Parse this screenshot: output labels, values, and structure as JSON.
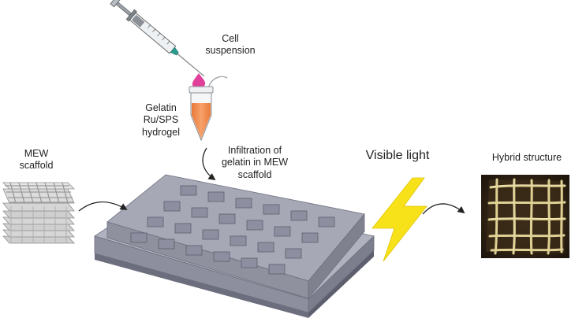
{
  "labels": {
    "cell_suspension": [
      "Cell",
      "suspension"
    ],
    "hydrogel": [
      "Gelatin",
      "Ru/SPS",
      "hydrogel"
    ],
    "mew_scaffold": [
      "MEW",
      "scaffold"
    ],
    "infiltration": [
      "Infiltration of",
      "gelatin in MEW",
      "scaffold"
    ],
    "visible_light": "Visible light",
    "hybrid_structure": "Hybrid structure"
  },
  "colors": {
    "syringe_plunger": "#9aa0a6",
    "syringe_needle_hub": "#2a9d8f",
    "droplet": "#e0409a",
    "tube_gel": "#f0894a",
    "well_plate": "#a6a8b6",
    "lightning": "#f7e21a",
    "hybrid_background": "#2a1e12",
    "hybrid_fibers": "#e8d99a"
  },
  "icons": [
    "syringe-icon",
    "droplet-icon",
    "tube-icon",
    "scaffold-icon",
    "well-plate-icon",
    "lightning-icon",
    "hybrid-photo"
  ]
}
